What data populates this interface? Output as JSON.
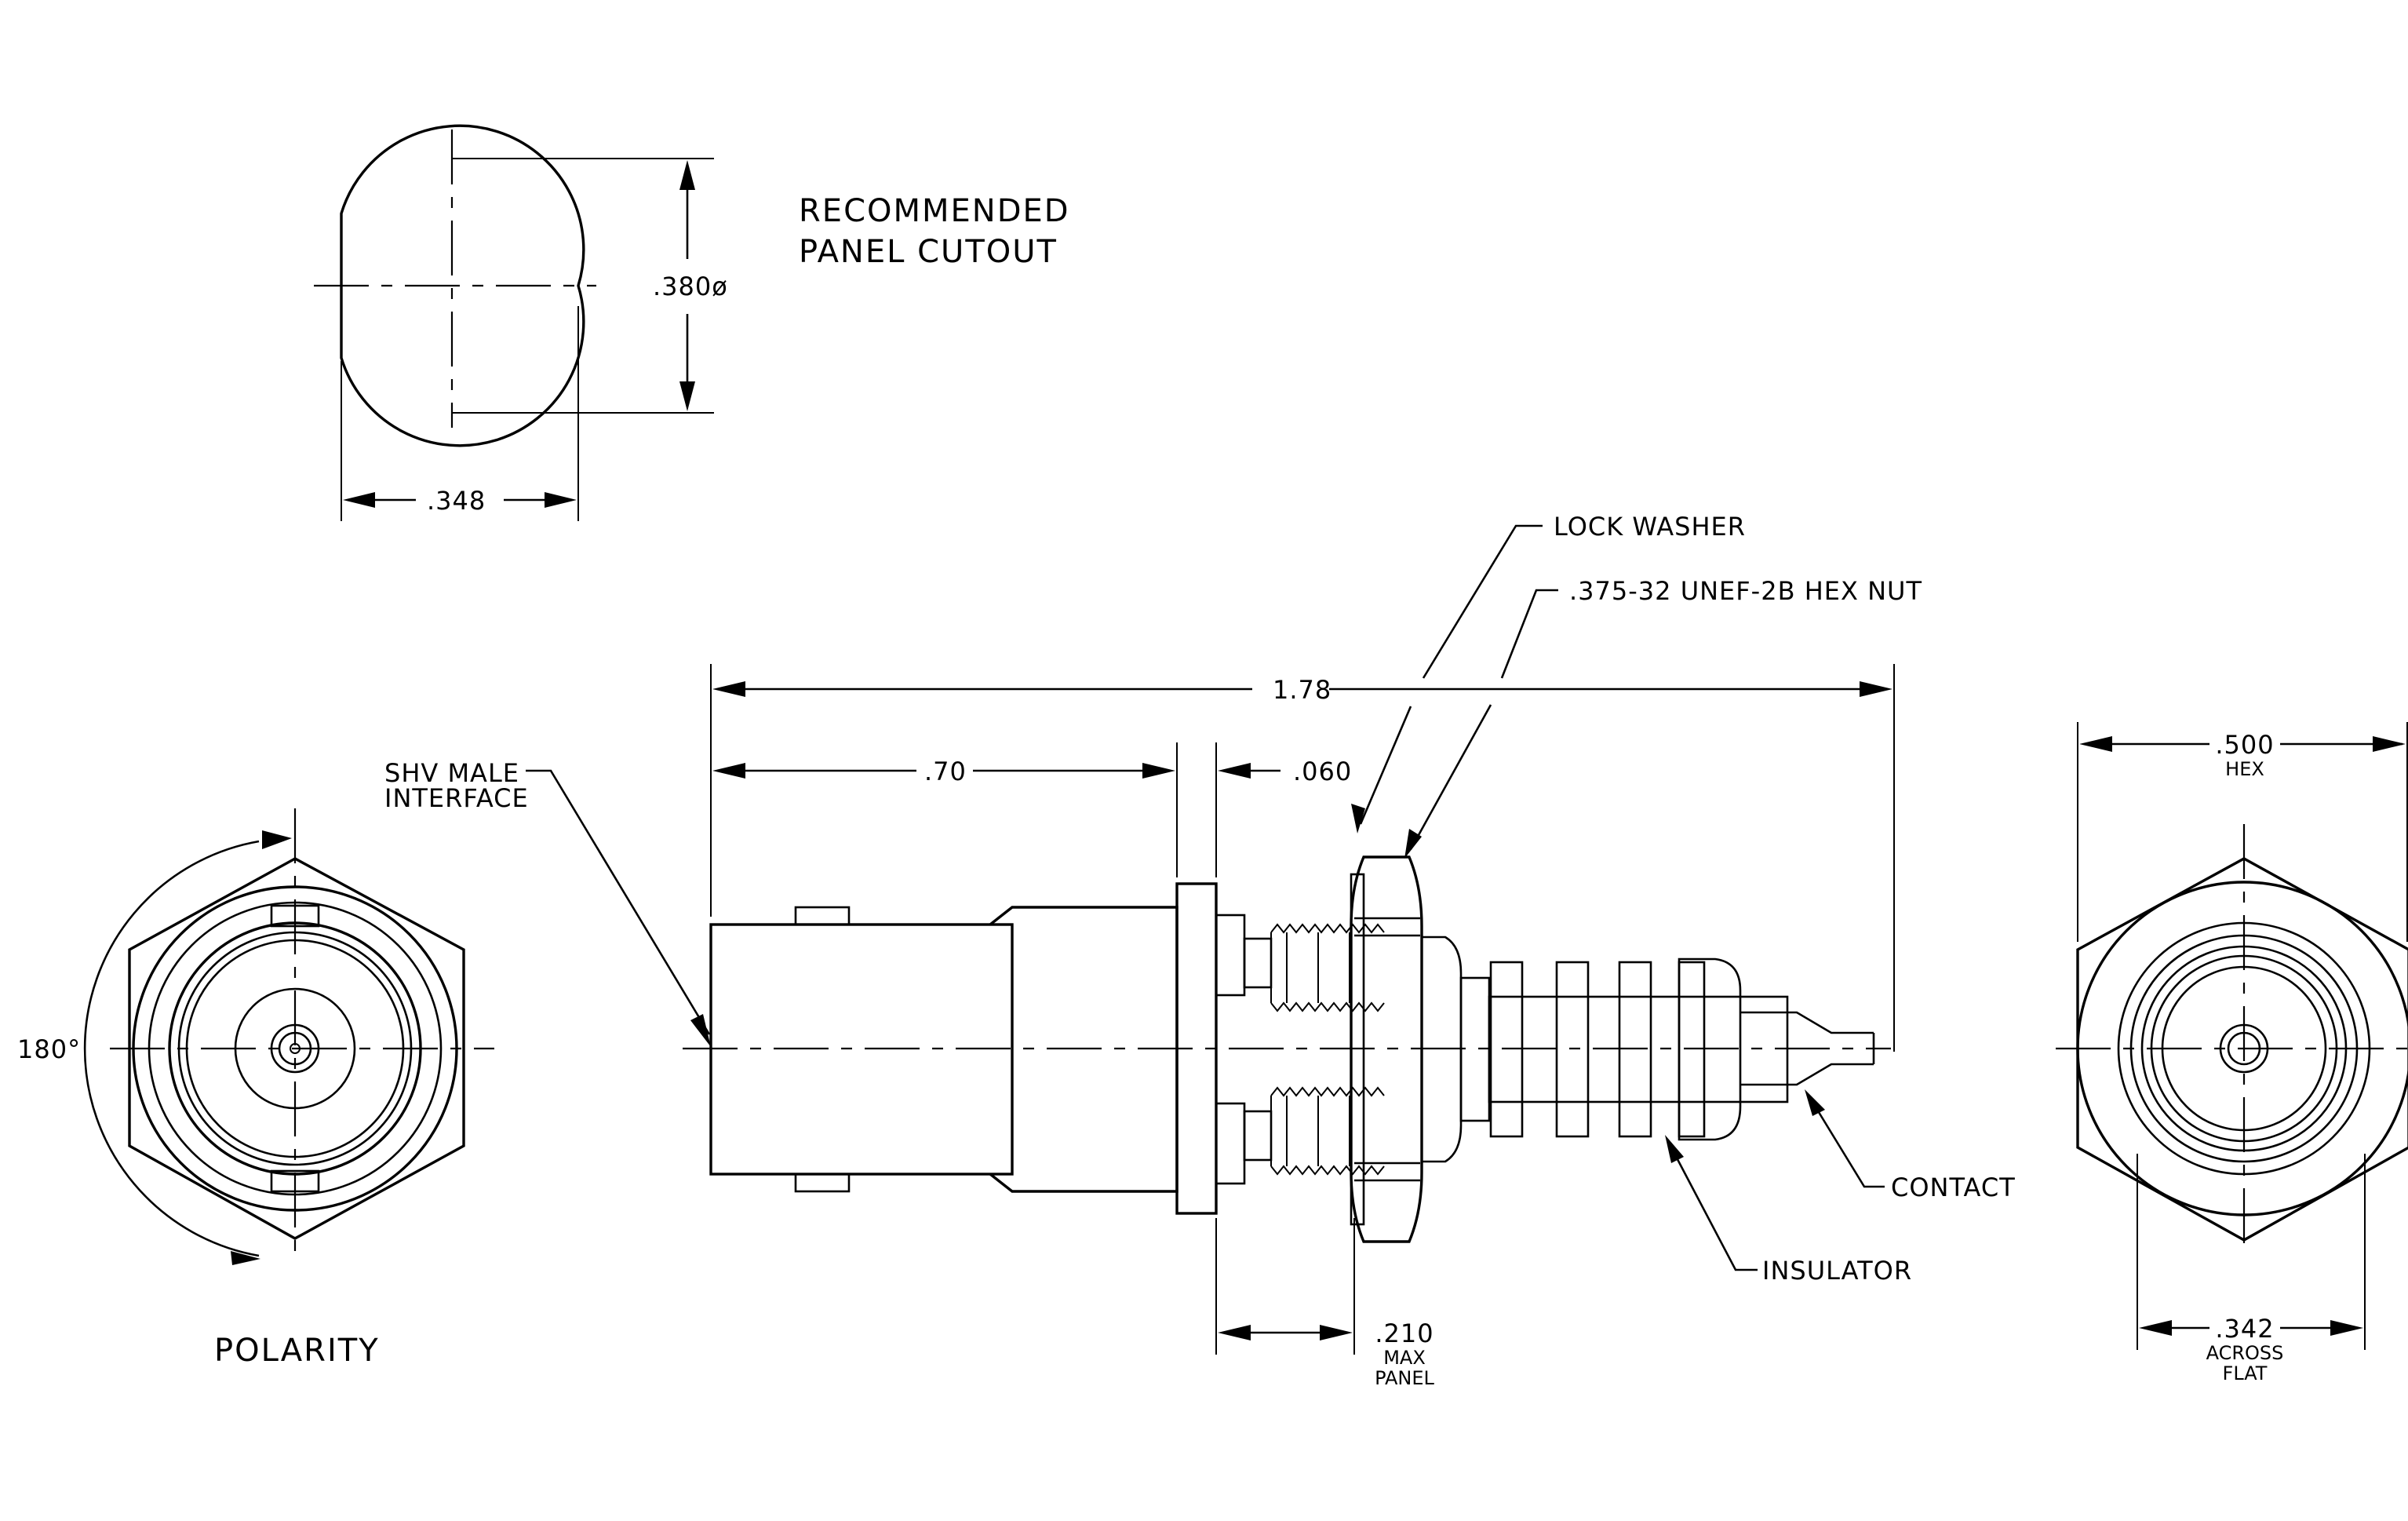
{
  "panel_cutout": {
    "title_line1": "RECOMMENDED",
    "title_line2": "PANEL CUTOUT",
    "dim_diameter": ".380ø",
    "dim_flat": ".348"
  },
  "polarity": {
    "label": "POLARITY",
    "angle": "180°"
  },
  "side_view": {
    "dim_overall": "1.78",
    "dim_front": ".70",
    "dim_flange": ".060",
    "dim_panel_value": ".210",
    "dim_panel_line1": "MAX",
    "dim_panel_line2": "PANEL",
    "callout_interface_line1": "SHV MALE",
    "callout_interface_line2": "INTERFACE",
    "callout_lock_washer": "LOCK WASHER",
    "callout_hex_nut": ".375-32 UNEF-2B HEX NUT",
    "callout_contact": "CONTACT",
    "callout_insulator": "INSULATOR"
  },
  "rear_view": {
    "dim_hex_value": ".500",
    "dim_hex_label": "HEX",
    "dim_flat_value": ".342",
    "dim_flat_line1": "ACROSS",
    "dim_flat_line2": "FLAT"
  }
}
